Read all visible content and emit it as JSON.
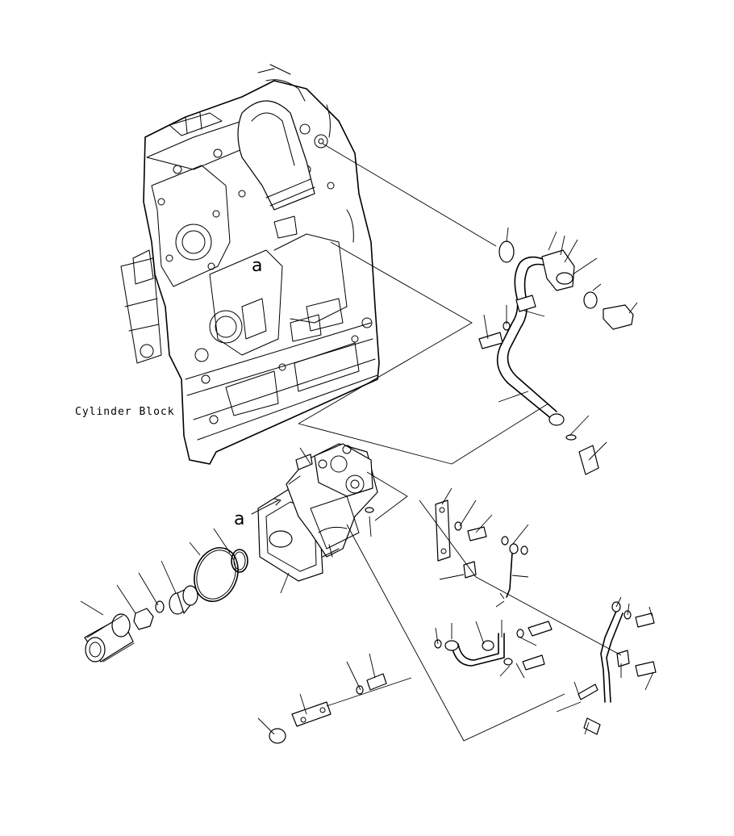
{
  "labels": {
    "cylinder_block": "Cylinder Block",
    "view_ref_upper": "a",
    "view_ref_lower": "a"
  }
}
